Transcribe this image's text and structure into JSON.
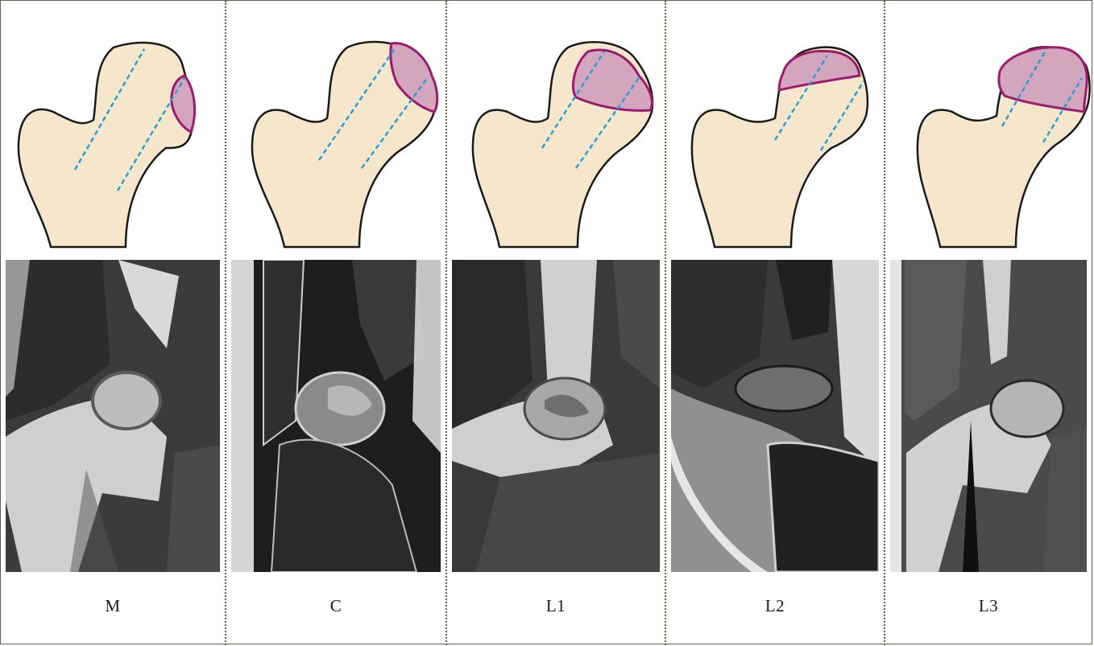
{
  "panels": [
    {
      "label": "M",
      "variant": "medial"
    },
    {
      "label": "C",
      "variant": "central"
    },
    {
      "label": "L1",
      "variant": "lateral-1"
    },
    {
      "label": "L2",
      "variant": "lateral-2"
    },
    {
      "label": "L3",
      "variant": "lateral-3"
    }
  ],
  "colors": {
    "bone_fill": "#f5e6cc",
    "bone_outline": "#1a1a1a",
    "lesion_fill": "#d4a6bd",
    "lesion_outline": "#9b1b6f",
    "guide_line": "#2a9fd6",
    "divider": "#7a5c3c"
  }
}
